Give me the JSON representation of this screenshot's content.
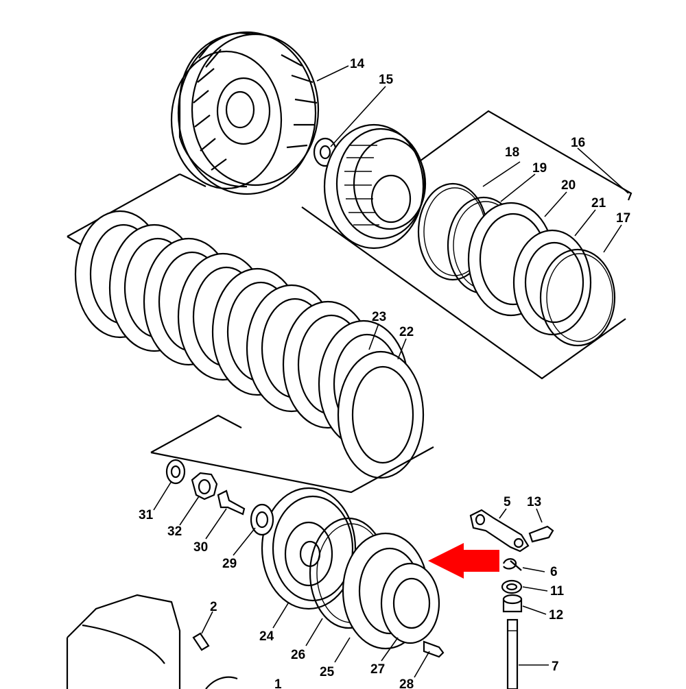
{
  "diagram": {
    "accent_color": "#ff0000",
    "callouts": [
      "14",
      "15",
      "16",
      "18",
      "19",
      "20",
      "21",
      "17",
      "23",
      "22",
      "5",
      "13",
      "6",
      "11",
      "12",
      "7",
      "31",
      "32",
      "30",
      "29",
      "24",
      "26",
      "25",
      "27",
      "28",
      "2",
      "1"
    ],
    "arrow_icon": "red-pointer-arrow"
  }
}
